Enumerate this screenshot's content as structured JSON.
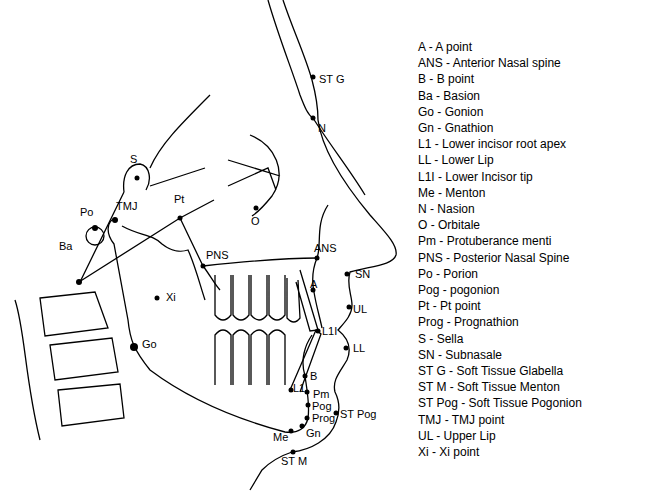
{
  "diagram": {
    "labels": [
      "ST G",
      "N",
      "S",
      "O",
      "Po",
      "TMJ",
      "Pt",
      "Ba",
      "Xi",
      "PNS",
      "ANS",
      "SN",
      "A",
      "UL",
      "L1I",
      "Go",
      "LL",
      "B",
      "L1",
      "Pm",
      "Pog",
      "ST Pog",
      "Prog",
      "Me",
      "Gn",
      "ST M",
      "A - A point",
      "ANS - Anterior Nasal spine",
      "B - B point",
      "Ba - Basion",
      "Go - Gonion",
      "Gn - Gnathion",
      "L1 - Lower incisor root apex",
      "LL - Lower Lip",
      "L1I - Lower Incisor tip",
      "Me - Menton",
      "N - Nasion",
      "O - Orbitale",
      "Pm - Protuberance menti",
      "PNS - Posterior Nasal Spine",
      "Po - Porion",
      "Pog - pogonion",
      "Pt - Pt point",
      "Prog - Prognathion",
      "S - Sella",
      "SN - Subnasale",
      "ST G - Soft Tissue Glabella",
      "ST M - Soft Tissue Menton",
      "ST Pog - Soft Tissue Pogonion",
      "TMJ - TMJ point",
      "UL - Upper Lip",
      "Xi - Xi point"
    ]
  }
}
